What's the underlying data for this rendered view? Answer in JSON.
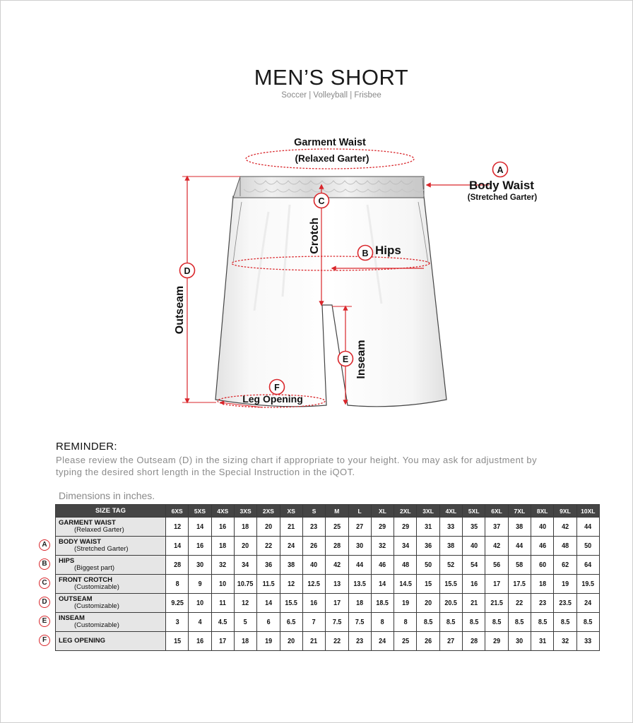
{
  "header": {
    "title": "MEN’S SHORT",
    "subtitle": "Soccer | Volleyball | Frisbee"
  },
  "diagram": {
    "garment_waist": "Garment Waist",
    "garment_waist_sub": "(Relaxed Garter)",
    "body_waist": "Body Waist",
    "body_waist_sub": "(Stretched Garter)",
    "crotch": "Crotch",
    "hips": "Hips",
    "outseam": "Outseam",
    "inseam": "Inseam",
    "leg_opening": "Leg Opening",
    "badges": [
      "A",
      "B",
      "C",
      "D",
      "E",
      "F"
    ],
    "accent_color": "#d9262b"
  },
  "reminder": {
    "heading": "REMINDER:",
    "body": "Please review the Outseam (D) in the sizing chart if appropriate to your height. You may ask for adjustment by typing the desired short length in the Special Instruction in the iQOT."
  },
  "table": {
    "caption": "Dimensions in inches.",
    "size_tag_header": "SIZE TAG",
    "sizes": [
      "6XS",
      "5XS",
      "4XS",
      "3XS",
      "2XS",
      "XS",
      "S",
      "M",
      "L",
      "XL",
      "2XL",
      "3XL",
      "4XL",
      "5XL",
      "6XL",
      "7XL",
      "8XL",
      "9XL",
      "10XL"
    ],
    "rows": [
      {
        "badge": "",
        "name": "GARMENT WAIST",
        "sub": "(Relaxed Garter)",
        "values": [
          "12",
          "14",
          "16",
          "18",
          "20",
          "21",
          "23",
          "25",
          "27",
          "29",
          "29",
          "31",
          "33",
          "35",
          "37",
          "38",
          "40",
          "42",
          "44"
        ]
      },
      {
        "badge": "A",
        "name": "BODY WAIST",
        "sub": "(Stretched Garter)",
        "values": [
          "14",
          "16",
          "18",
          "20",
          "22",
          "24",
          "26",
          "28",
          "30",
          "32",
          "34",
          "36",
          "38",
          "40",
          "42",
          "44",
          "46",
          "48",
          "50"
        ]
      },
      {
        "badge": "B",
        "name": "HIPS",
        "sub": "(Biggest part)",
        "values": [
          "28",
          "30",
          "32",
          "34",
          "36",
          "38",
          "40",
          "42",
          "44",
          "46",
          "48",
          "50",
          "52",
          "54",
          "56",
          "58",
          "60",
          "62",
          "64"
        ]
      },
      {
        "badge": "C",
        "name": "FRONT CROTCH",
        "sub": "(Customizable)",
        "values": [
          "8",
          "9",
          "10",
          "10.75",
          "11.5",
          "12",
          "12.5",
          "13",
          "13.5",
          "14",
          "14.5",
          "15",
          "15.5",
          "16",
          "17",
          "17.5",
          "18",
          "19",
          "19.5"
        ]
      },
      {
        "badge": "D",
        "name": "OUTSEAM",
        "sub": "(Customizable)",
        "values": [
          "9.25",
          "10",
          "11",
          "12",
          "14",
          "15.5",
          "16",
          "17",
          "18",
          "18.5",
          "19",
          "20",
          "20.5",
          "21",
          "21.5",
          "22",
          "23",
          "23.5",
          "24"
        ]
      },
      {
        "badge": "E",
        "name": "INSEAM",
        "sub": "(Customizable)",
        "values": [
          "3",
          "4",
          "4.5",
          "5",
          "6",
          "6.5",
          "7",
          "7.5",
          "7.5",
          "8",
          "8",
          "8.5",
          "8.5",
          "8.5",
          "8.5",
          "8.5",
          "8.5",
          "8.5",
          "8.5"
        ]
      },
      {
        "badge": "F",
        "name": "LEG OPENING",
        "sub": "",
        "values": [
          "15",
          "16",
          "17",
          "18",
          "19",
          "20",
          "21",
          "22",
          "23",
          "24",
          "25",
          "26",
          "27",
          "28",
          "29",
          "30",
          "31",
          "32",
          "33"
        ]
      }
    ]
  }
}
